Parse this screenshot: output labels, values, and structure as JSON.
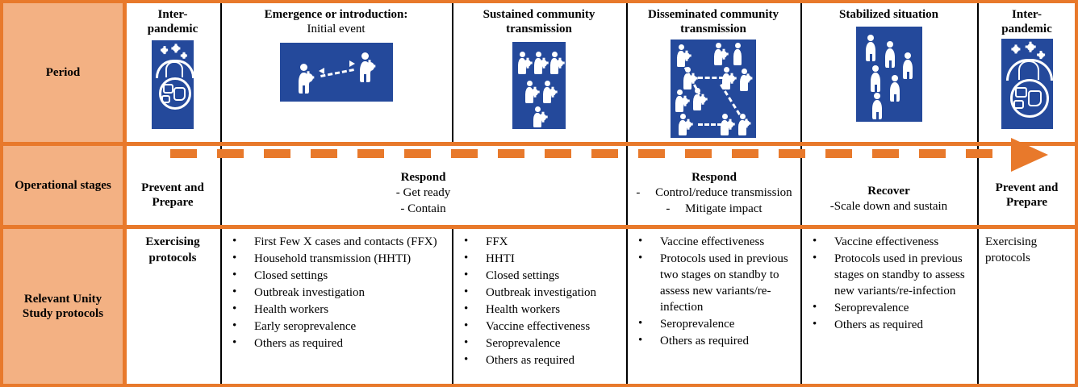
{
  "figure": {
    "accent_orange": "#E8792B",
    "label_fill": "#F3B183",
    "icon_blue": "#24499B",
    "rows": [
      {
        "label": "Period"
      },
      {
        "label": "Operational stages"
      },
      {
        "label": "Relevant Unity Study protocols"
      }
    ]
  },
  "periods": [
    {
      "title": "Inter-\npandemic",
      "subtitle": "",
      "icon": "umbrella-globe-virus-icon"
    },
    {
      "title": "Emergence or introduction:",
      "subtitle": "Initial event",
      "icon": "two-people-transmission-arrow-icon"
    },
    {
      "title": "Sustained community transmission",
      "subtitle": "",
      "icon": "six-infected-people-icon"
    },
    {
      "title": "Disseminated community transmission",
      "subtitle": "",
      "icon": "network-infected-people-icon"
    },
    {
      "title": "Stabilized situation",
      "subtitle": "",
      "icon": "six-healthy-people-icon"
    },
    {
      "title": "Inter-\npandemic",
      "subtitle": "",
      "icon": "umbrella-globe-virus-icon"
    }
  ],
  "operational_stages": [
    {
      "title": "Prevent and Prepare",
      "lines": []
    },
    {
      "title": "Respond",
      "lines": [
        "- Get ready",
        "- Contain"
      ]
    },
    {
      "title": "Respond",
      "lines": [
        "-     Control/reduce transmission",
        "-     Mitigate impact"
      ]
    },
    {
      "title": "Recover",
      "lines": [
        "-Scale down and sustain"
      ]
    },
    {
      "title": "Prevent and Prepare",
      "lines": []
    }
  ],
  "protocols": [
    {
      "type": "text",
      "text": "Exercising protocols"
    },
    {
      "type": "list",
      "items": [
        "First Few X cases and contacts (FFX)",
        "Household transmission (HHTI)",
        "Closed settings",
        "Outbreak investigation",
        "Health workers",
        "Early seroprevalence",
        "Others as required"
      ]
    },
    {
      "type": "list",
      "items": [
        "FFX",
        "HHTI",
        "Closed settings",
        "Outbreak investigation",
        "Health workers",
        "Vaccine effectiveness",
        "Seroprevalence",
        "Others as required"
      ]
    },
    {
      "type": "list",
      "items": [
        "Vaccine effectiveness",
        "Protocols used in previous two stages on standby to assess new variants/re-infection",
        "Seroprevalence",
        "Others as required"
      ]
    },
    {
      "type": "list",
      "items": [
        "Vaccine effectiveness",
        "Protocols used in previous stages on standby to assess new variants/re-infection",
        "Seroprevalence",
        "Others as required"
      ]
    },
    {
      "type": "text",
      "text": "Exercising protocols"
    }
  ]
}
